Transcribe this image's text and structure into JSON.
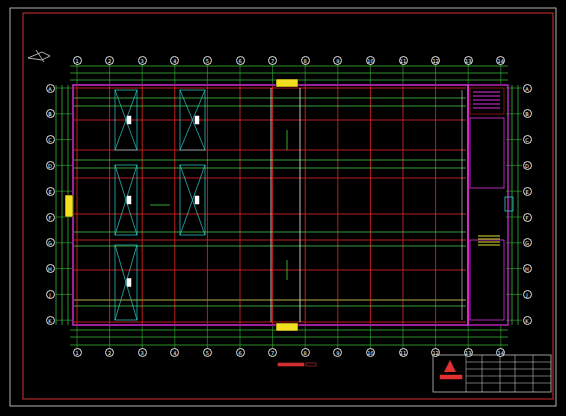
{
  "diagram": {
    "labels": [
      "1",
      "2",
      "3",
      "4",
      "5",
      "6",
      "7",
      "8",
      "9",
      "10",
      "11",
      "12",
      "13",
      "14",
      "1",
      "2",
      "3",
      "4",
      "5",
      "6",
      "7",
      "8",
      "9",
      "10",
      "11",
      "12",
      "13",
      "14",
      "A",
      "B",
      "C",
      "D",
      "E",
      "F",
      "G",
      "H",
      "J",
      "K",
      "A",
      "B",
      "C",
      "D",
      "E",
      "F",
      "G",
      "H",
      "J",
      "K"
    ]
  }
}
